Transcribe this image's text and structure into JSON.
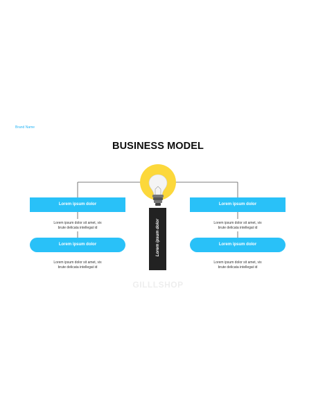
{
  "brand": "Brand Name",
  "title": "BUSINESS MODEL",
  "center": {
    "label": "Lorem ipsum dolor"
  },
  "left": {
    "top_box": "Lorem ipsum dolor",
    "top_desc_line1": "Lorem ipsum dolor sit amet, vix",
    "top_desc_line2": "brute delicata intellegat id",
    "bottom_box": "Lorem ipsum dolor",
    "bottom_desc_line1": "Lorem ipsum dolor sit amet, vix",
    "bottom_desc_line2": "brute delicata intellegat id"
  },
  "right": {
    "top_box": "Lorem ipsum dolor",
    "top_desc_line1": "Lorem ipsum dolor sit amet, vix",
    "top_desc_line2": "brute delicata intellegat id",
    "bottom_box": "Lorem ipsum dolor",
    "bottom_desc_line1": "Lorem ipsum dolor sit amet, vix",
    "bottom_desc_line2": "brute delicata intellegat id"
  },
  "watermark": "GILLLSHOP",
  "colors": {
    "accent": "#29c1f8",
    "bulb_glow": "#fcd83b",
    "stem": "#222222",
    "title": "#0d0d0d"
  }
}
